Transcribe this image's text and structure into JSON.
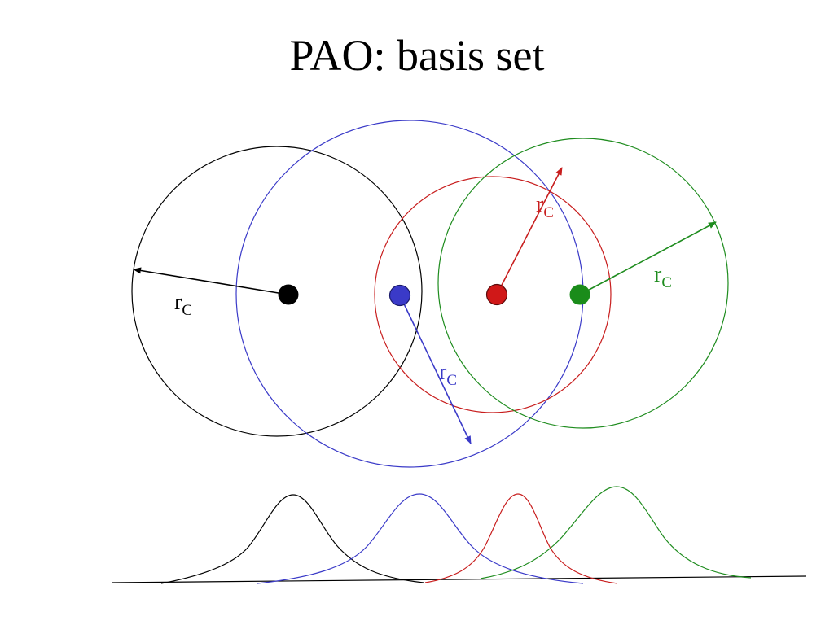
{
  "slide": {
    "title": "PAO: basis set"
  },
  "diagram": {
    "colors": {
      "black": "#000000",
      "blue": "#3a3ac8",
      "red": "#c81e1e",
      "green": "#1e8c1e"
    },
    "orbitals": [
      {
        "color_key": "black",
        "radius_label": "r",
        "radius_subscript": "C"
      },
      {
        "color_key": "blue",
        "radius_label": "r",
        "radius_subscript": "C"
      },
      {
        "color_key": "red",
        "radius_label": "r",
        "radius_subscript": "C"
      },
      {
        "color_key": "green",
        "radius_label": "r",
        "radius_subscript": "C"
      }
    ]
  }
}
